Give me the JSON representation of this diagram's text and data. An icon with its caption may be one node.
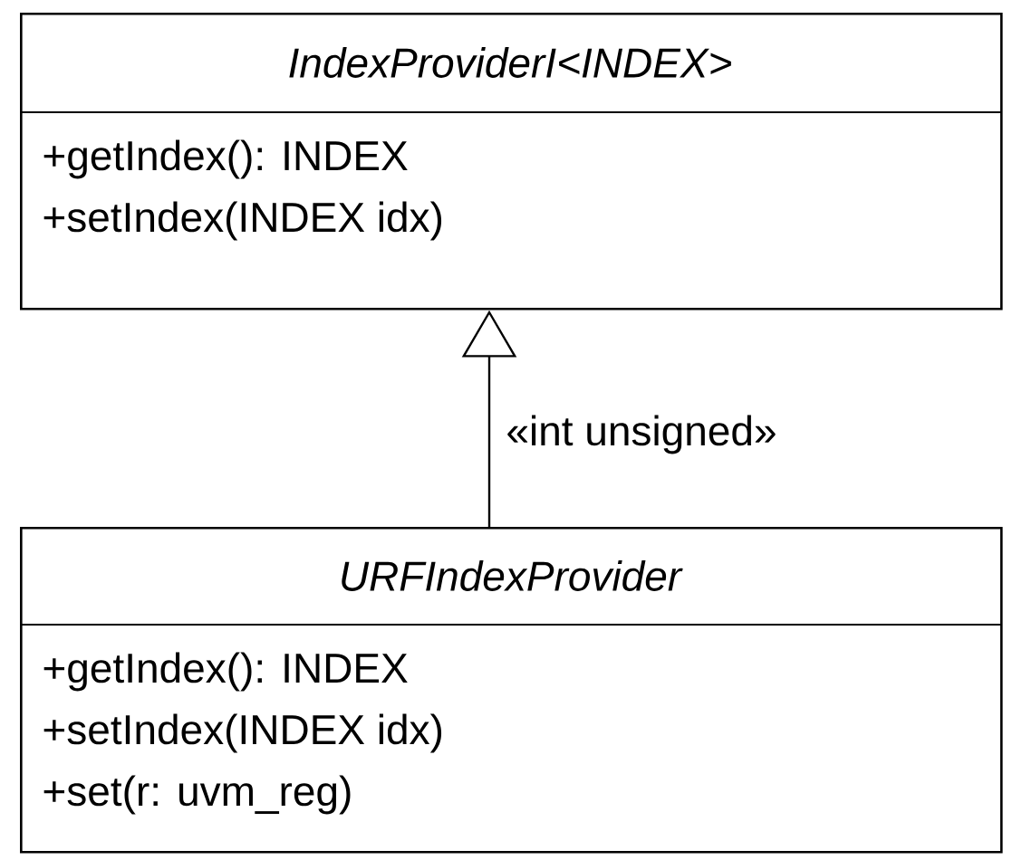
{
  "diagram": {
    "nodes": [
      {
        "text": [
          "IndexProviderI<INDEX>",
          "+getIndex(): INDEX",
          "+setIndex(INDEX idx)"
        ]
      },
      {
        "text": [
          "URFIndexProvider",
          "+getIndex(): INDEX",
          "+setIndex(INDEX idx)",
          "+set(r: uvm_reg)"
        ]
      }
    ],
    "edges": [
      {
        "from": 1,
        "to": 0,
        "arrow": "to",
        "label": "«int unsigned»"
      }
    ]
  }
}
